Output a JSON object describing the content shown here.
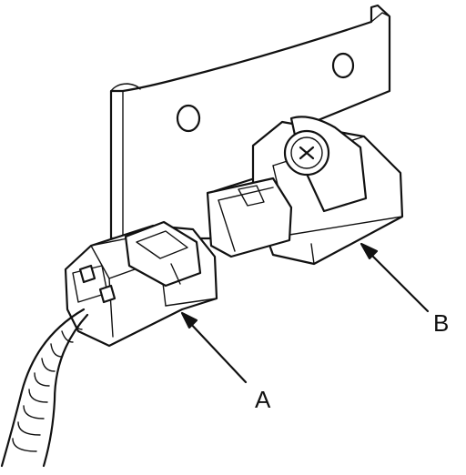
{
  "diagram": {
    "labels": {
      "a": "A",
      "b": "B"
    },
    "components": {
      "a": "connector-plug",
      "b": "sensor-unit"
    },
    "colors": {
      "ink": "#111111",
      "paper": "#ffffff"
    }
  }
}
